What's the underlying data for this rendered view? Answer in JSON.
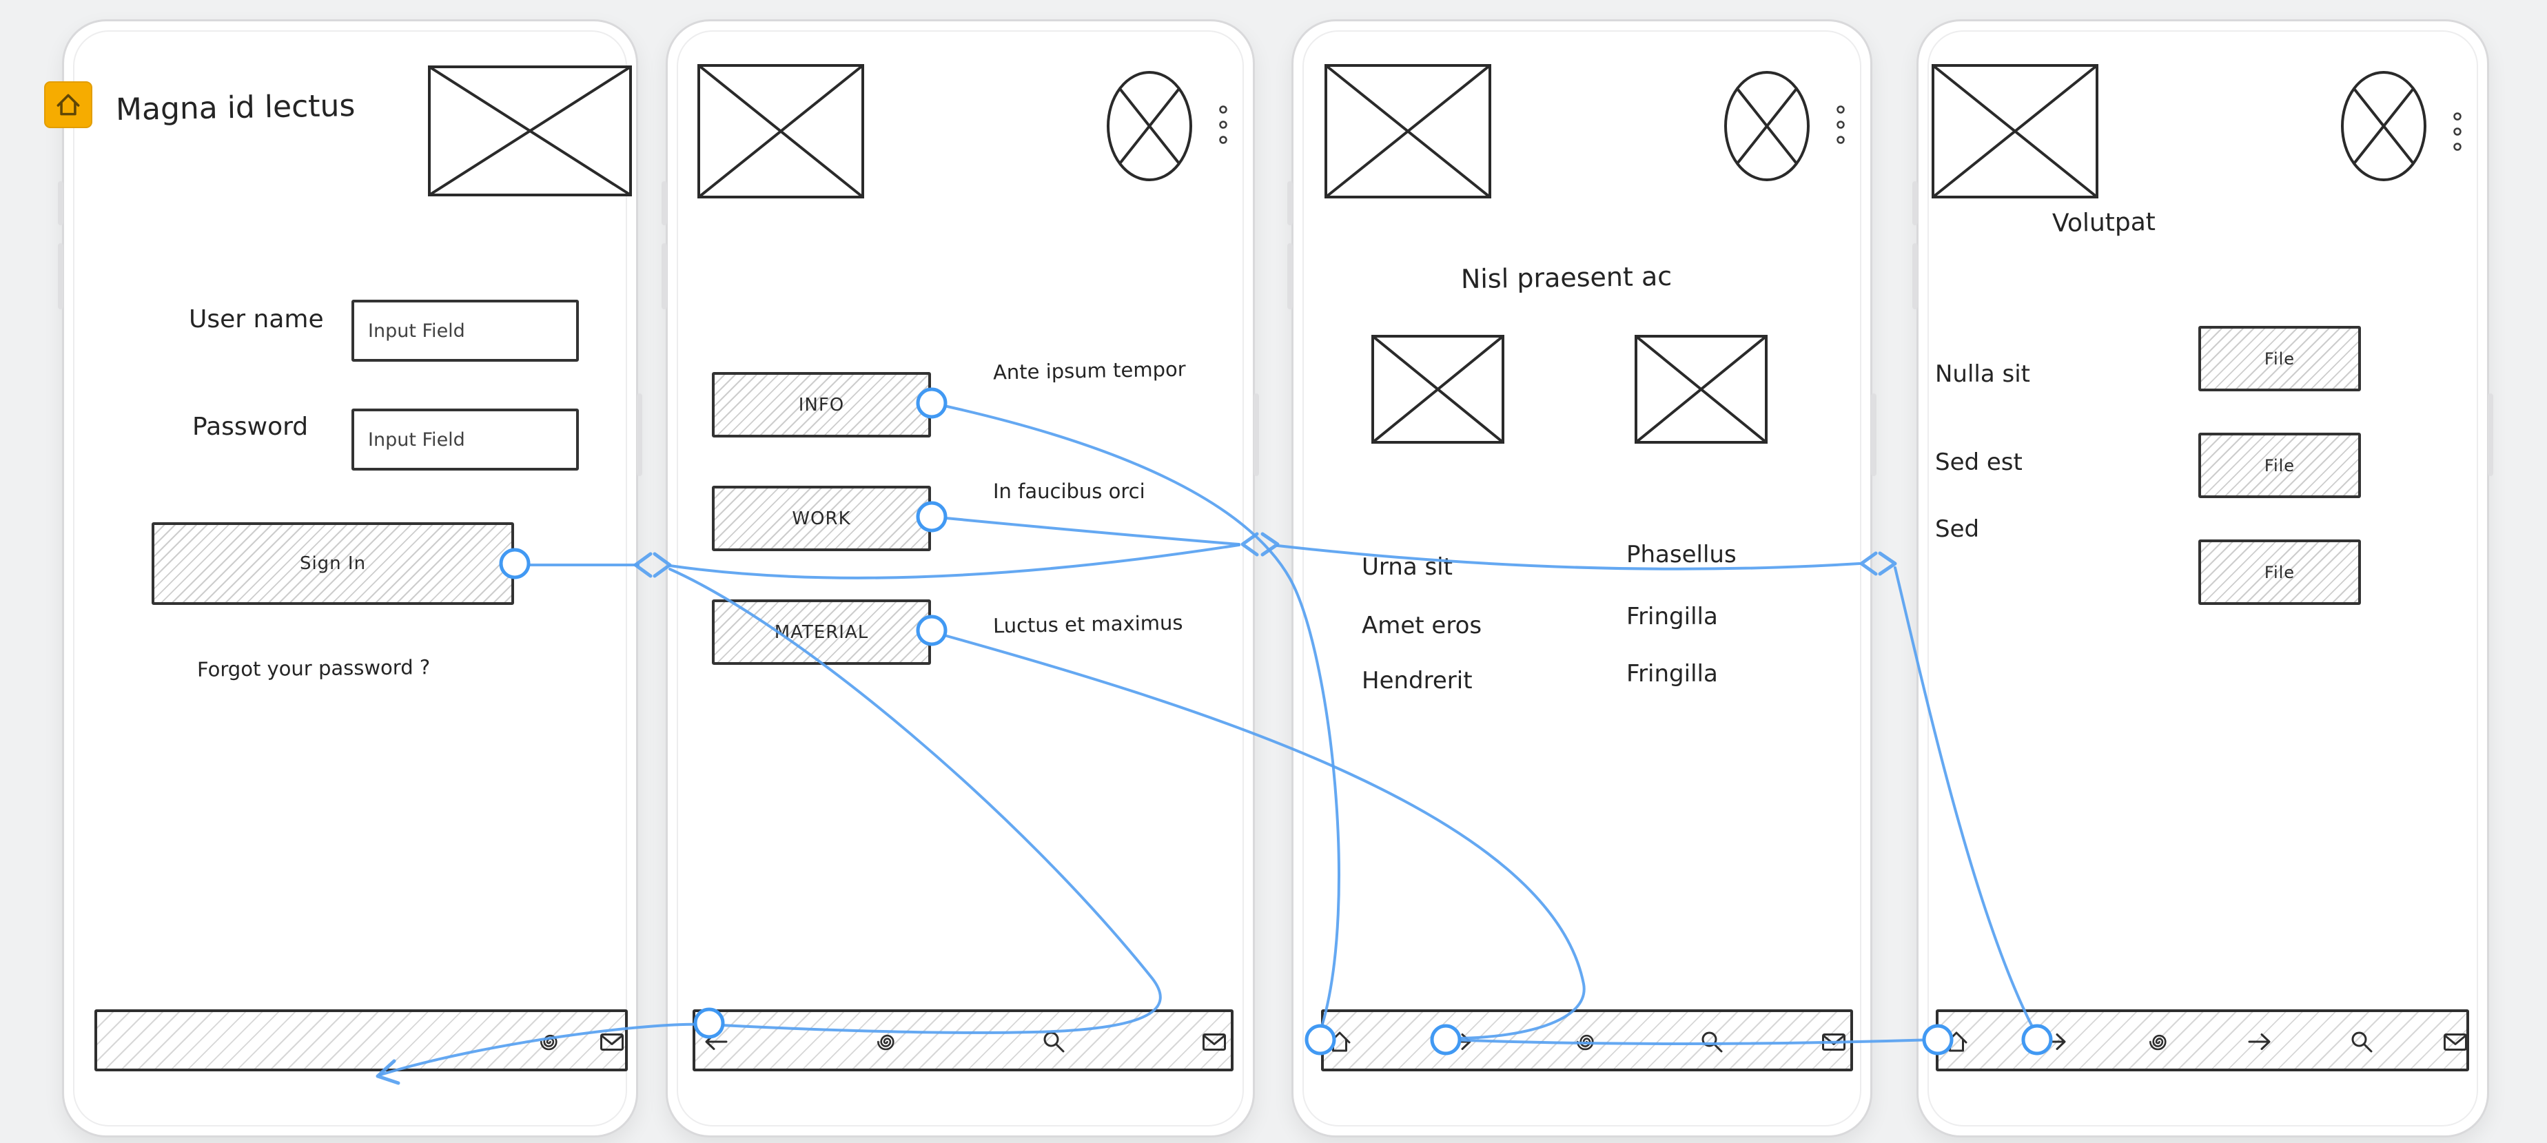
{
  "app": {
    "background": "#f0f1f2",
    "connector_color": "#57a1f1",
    "sketch_color": "#2e2e2e",
    "badge_color": "#f6ac00",
    "home_badge_icon": "home"
  },
  "screens": [
    {
      "id": "sign-in",
      "title": "Magna id lectus",
      "form": {
        "fields": [
          {
            "label": "User name",
            "placeholder": "Input Field"
          },
          {
            "label": "Password",
            "placeholder": "Input Field"
          }
        ],
        "submit_label": "Sign In",
        "forgot_link": "Forgot your password ?"
      },
      "nav_icons": [
        "spiral",
        "mail"
      ]
    },
    {
      "id": "menu",
      "menu_buttons": [
        {
          "label": "INFO",
          "note": "Ante ipsum tempor"
        },
        {
          "label": "WORK",
          "note": "In faucibus orci"
        },
        {
          "label": "MATERIAL",
          "note": "Luctus et maximus"
        }
      ],
      "nav_icons": [
        "back-arrow",
        "spiral",
        "search",
        "mail"
      ]
    },
    {
      "id": "list",
      "title": "Nisl praesent ac",
      "rows": [
        {
          "left": "Urna sit",
          "right": "Phasellus"
        },
        {
          "left": "Amet eros",
          "right": "Fringilla"
        },
        {
          "left": "Hendrerit",
          "right": "Fringilla"
        }
      ],
      "nav_icons": [
        "home",
        "forward-arrow",
        "spiral",
        "search",
        "mail"
      ]
    },
    {
      "id": "files",
      "title": "Volutpat",
      "rows": [
        {
          "label": "Nulla sit",
          "button": "File"
        },
        {
          "label": "Sed est",
          "button": "File"
        },
        {
          "label": "Sed",
          "button": "File"
        }
      ],
      "nav_icons": [
        "home",
        "forward-arrow",
        "spiral",
        "forward-arrow",
        "search",
        "mail"
      ]
    }
  ]
}
